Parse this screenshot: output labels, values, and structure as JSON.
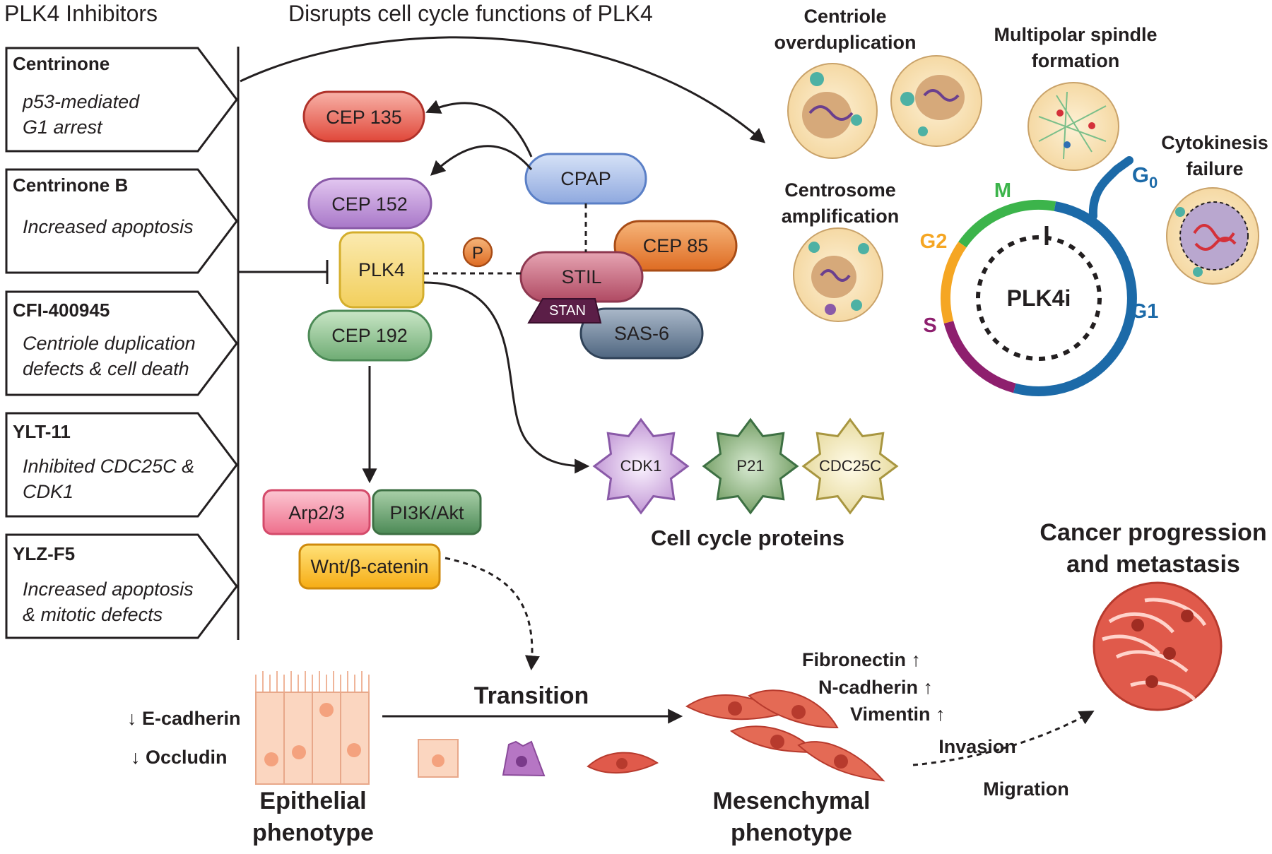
{
  "header": {
    "inhibitors_title": "PLK4 Inhibitors",
    "disrupts_title": "Disrupts cell cycle functions of PLK4"
  },
  "inhibitors": [
    {
      "name": "Centrinone",
      "effect_line1": "p53-mediated",
      "effect_line2": "G1 arrest"
    },
    {
      "name": "Centrinone B",
      "effect_line1": "Increased apoptosis",
      "effect_line2": ""
    },
    {
      "name": "CFI-400945",
      "effect_line1": "Centriole duplication",
      "effect_line2": "defects & cell death"
    },
    {
      "name": "YLT-11",
      "effect_line1": "Inhibited CDC25C &",
      "effect_line2": "CDK1"
    },
    {
      "name": "YLZ-F5",
      "effect_line1": "Increased apoptosis",
      "effect_line2": "& mitotic defects"
    }
  ],
  "proteins": {
    "cep135": "CEP 135",
    "cep152": "CEP 152",
    "plk4": "PLK4",
    "cep192": "CEP 192",
    "phospho": "P",
    "cpap": "CPAP",
    "stil": "STIL",
    "cep85": "CEP 85",
    "stan": "STAN",
    "sas6": "SAS-6",
    "arp23": "Arp2/3",
    "pi3k": "PI3K/Akt",
    "wnt": "Wnt/β-catenin"
  },
  "cell_cycle_proteins": {
    "label": "Cell cycle proteins",
    "items": [
      "CDK1",
      "P21",
      "CDC25C"
    ]
  },
  "phenotypes": {
    "centriole_line1": "Centriole",
    "centriole_line2": "overduplication",
    "multipolar_line1": "Multipolar spindle",
    "multipolar_line2": "formation",
    "centrosome_line1": "Centrosome",
    "centrosome_line2": "amplification",
    "cytokinesis_line1": "Cytokinesis",
    "cytokinesis_line2": "failure"
  },
  "cell_cycle": {
    "center_label": "PLK4i",
    "phase_m": "M",
    "phase_g2": "G2",
    "phase_s": "S",
    "phase_g1": "G1",
    "phase_g0": "G",
    "phase_g0_sub": "0",
    "colors": {
      "m": "#3cb44b",
      "g2": "#f5a623",
      "s": "#8e1f6e",
      "g1": "#1c6aa8"
    }
  },
  "emt": {
    "ecadherin": "↓ E-cadherin",
    "occludin": "↓ Occludin",
    "epithelial_line1": "Epithelial",
    "epithelial_line2": "phenotype",
    "transition": "Transition",
    "mesenchymal_line1": "Mesenchymal",
    "mesenchymal_line2": "phenotype",
    "fibronectin": "Fibronectin ↑",
    "ncadherin": "N-cadherin ↑",
    "vimentin": "Vimentin ↑",
    "invasion": "Invasion",
    "migration": "Migration",
    "cancer_line1": "Cancer progression",
    "cancer_line2": "and metastasis"
  }
}
